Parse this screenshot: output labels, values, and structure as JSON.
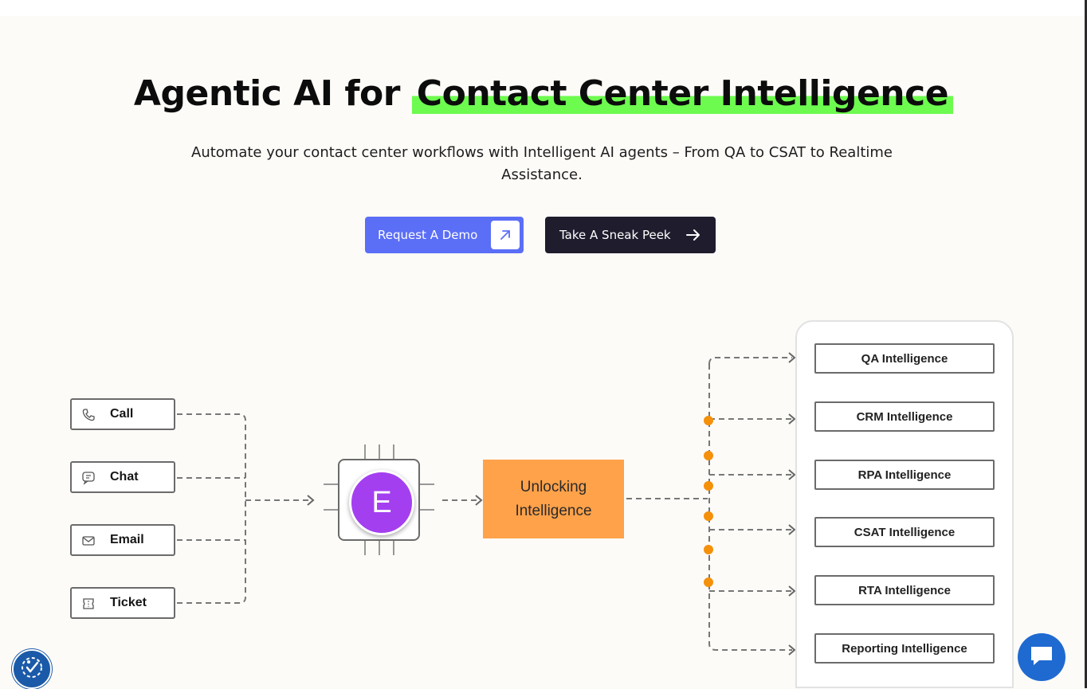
{
  "hero": {
    "title_prefix": "Agentic AI for ",
    "title_highlight": "Contact Center Intelligence",
    "subtitle_line1": "Automate your contact center workflows with Intelligent AI agents – From QA to CSAT to Realtime",
    "subtitle_line2": "Assistance.",
    "highlight_color": "#6dfb4f"
  },
  "buttons": {
    "demo_label": "Request A Demo",
    "peek_label": "Take A Sneak Peek",
    "demo_color": "#5b6ef6",
    "peek_color": "#1f1c2e"
  },
  "flow": {
    "sources": [
      {
        "label": "Call",
        "icon": "phone-icon"
      },
      {
        "label": "Chat",
        "icon": "chat-bubble-icon"
      },
      {
        "label": "Email",
        "icon": "mail-icon"
      },
      {
        "label": "Ticket",
        "icon": "ticket-icon"
      }
    ],
    "chip_letter": "E",
    "center_label_line1": "Unlocking",
    "center_label_line2": "Intelligence",
    "center_color": "#ffa24a",
    "outputs": [
      "QA Intelligence",
      "CRM Intelligence",
      "RPA Intelligence",
      "CSAT Intelligence",
      "RTA Intelligence",
      "Reporting Intelligence"
    ],
    "dot_color": "#f5900a"
  },
  "widgets": {
    "accessibility_icon": "accessibility-icon",
    "chat_icon": "chat-icon"
  }
}
